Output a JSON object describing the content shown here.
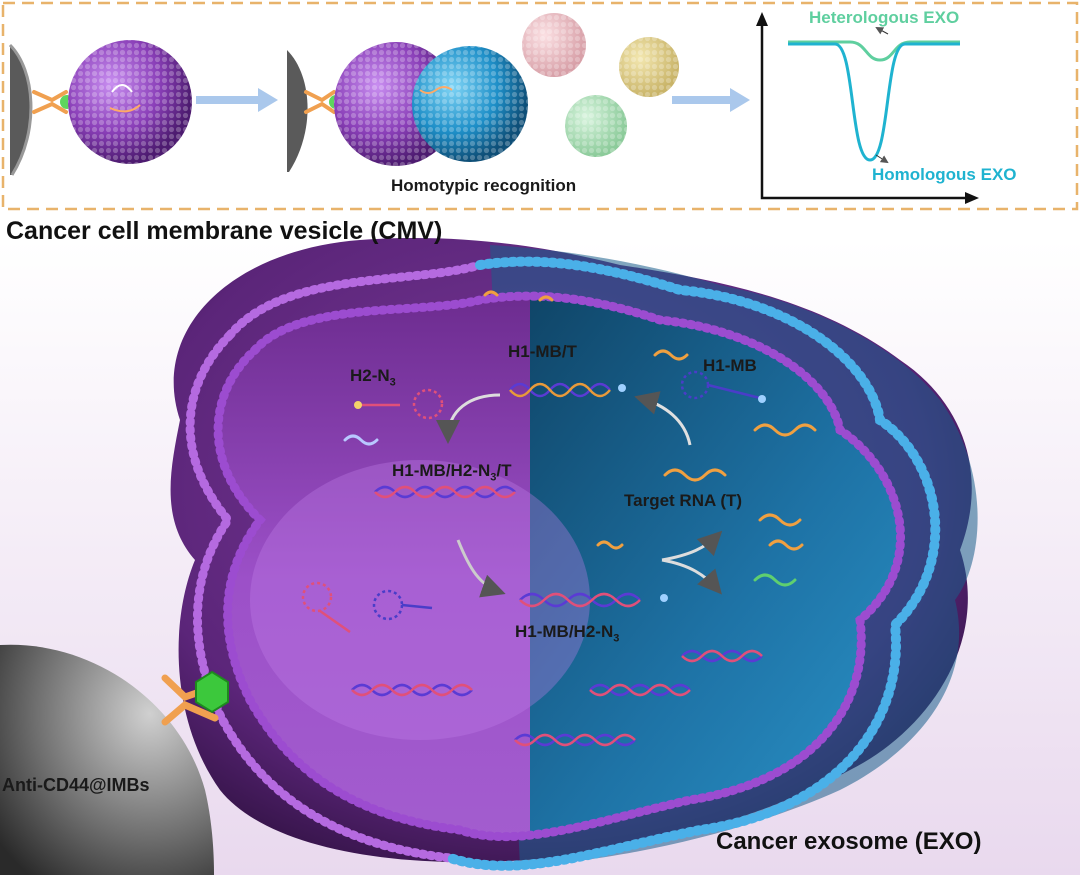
{
  "top_panel": {
    "recognition_label": "Homotypic recognition",
    "heterologous_label": "Heterologous EXO",
    "homologous_label": "Homologous EXO"
  },
  "section_title": "Cancer cell membrane vesicle (CMV)",
  "labels": {
    "h2_n3": "H2-N",
    "h2_n3_sub": "3",
    "h1_mb_t": "H1-MB/T",
    "h1_mb": "H1-MB",
    "h1_mb_h2_n3_t": "H1-MB/H2-N",
    "h1_mb_h2_n3_t_sub": "3",
    "h1_mb_h2_n3_t_tail": "/T",
    "target_rna": "Target RNA (T)",
    "h1_mb_h2_n3": "H1-MB/H2-N",
    "h1_mb_h2_n3_sub": "3",
    "anti_cd44": "Anti-CD44@IMBs",
    "cancer_exosome": "Cancer exosome (EXO)"
  },
  "colors": {
    "purple": "#8a3fb8",
    "blue": "#1e8fc8",
    "teal_curve": "#1fb3d0",
    "green_curve": "#5fcf9f",
    "dash_border": "#e8b36b",
    "arrow": "#aac8ec"
  }
}
